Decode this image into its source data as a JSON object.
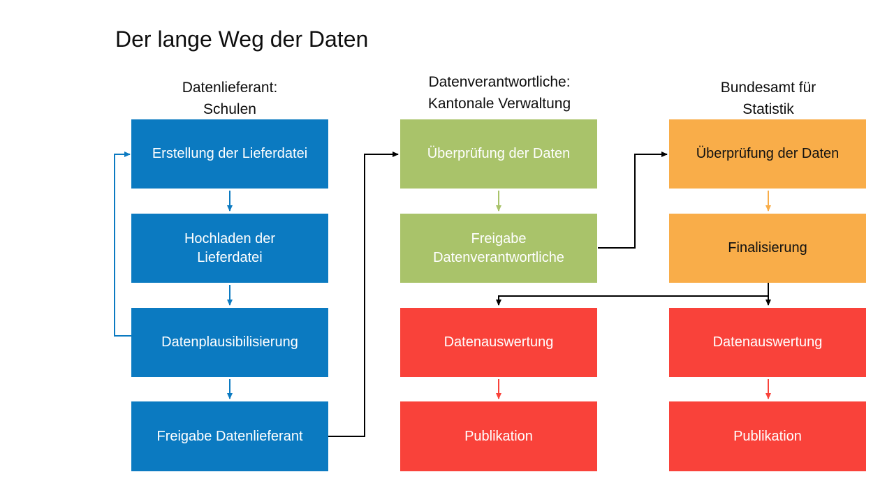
{
  "title": "Der lange Weg der Daten",
  "palette": {
    "blue": "#0b7ac1",
    "green": "#a9c36a",
    "orange": "#f9ad49",
    "red": "#f9423a",
    "connector": "#000000",
    "background": "#ffffff",
    "text_on_dark": "#ffffff",
    "text_on_orange": "#111111"
  },
  "columns": [
    {
      "header": "Datenlieferant:\nSchulen",
      "boxes": [
        {
          "label": "Erstellung der Lieferdatei",
          "color": "blue"
        },
        {
          "label": "Hochladen der\nLieferdatei",
          "color": "blue"
        },
        {
          "label": "Datenplausibilisierung",
          "color": "blue"
        },
        {
          "label": "Freigabe Datenlieferant",
          "color": "blue"
        }
      ]
    },
    {
      "header": "Datenverantwortliche:\nKantonale Verwaltung",
      "boxes": [
        {
          "label": "Überprüfung der Daten",
          "color": "green"
        },
        {
          "label": "Freigabe\nDatenverantwortliche",
          "color": "green"
        },
        {
          "label": "Datenauswertung",
          "color": "red"
        },
        {
          "label": "Publikation",
          "color": "red"
        }
      ]
    },
    {
      "header": "Bundesamt für\nStatistik",
      "boxes": [
        {
          "label": "Überprüfung der Daten",
          "color": "orange"
        },
        {
          "label": "Finalisierung",
          "color": "orange"
        },
        {
          "label": "Datenauswertung",
          "color": "red"
        },
        {
          "label": "Publikation",
          "color": "red"
        }
      ]
    }
  ],
  "edges": [
    {
      "from": "Erstellung der Lieferdatei",
      "to": "Hochladen der Lieferdatei",
      "color": "blue"
    },
    {
      "from": "Hochladen der Lieferdatei",
      "to": "Datenplausibilisierung",
      "color": "blue"
    },
    {
      "from": "Datenplausibilisierung",
      "to": "Freigabe Datenlieferant",
      "color": "blue"
    },
    {
      "from": "Datenplausibilisierung",
      "to": "Erstellung der Lieferdatei",
      "color": "blue",
      "type": "feedback-loop"
    },
    {
      "from": "Freigabe Datenlieferant",
      "to": "Überprüfung der Daten (Kantonale Verwaltung)",
      "color": "black"
    },
    {
      "from": "Überprüfung der Daten (Kantonale Verwaltung)",
      "to": "Freigabe Datenverantwortliche",
      "color": "green"
    },
    {
      "from": "Freigabe Datenverantwortliche",
      "to": "Überprüfung der Daten (Bundesamt)",
      "color": "black"
    },
    {
      "from": "Überprüfung der Daten (Bundesamt)",
      "to": "Finalisierung",
      "color": "orange"
    },
    {
      "from": "Finalisierung",
      "to": "Datenauswertung (Kantonale Verwaltung)",
      "color": "black"
    },
    {
      "from": "Finalisierung",
      "to": "Datenauswertung (Bundesamt)",
      "color": "black"
    },
    {
      "from": "Datenauswertung (Kantonale Verwaltung)",
      "to": "Publikation (Kantonale Verwaltung)",
      "color": "red"
    },
    {
      "from": "Datenauswertung (Bundesamt)",
      "to": "Publikation (Bundesamt)",
      "color": "red"
    }
  ]
}
